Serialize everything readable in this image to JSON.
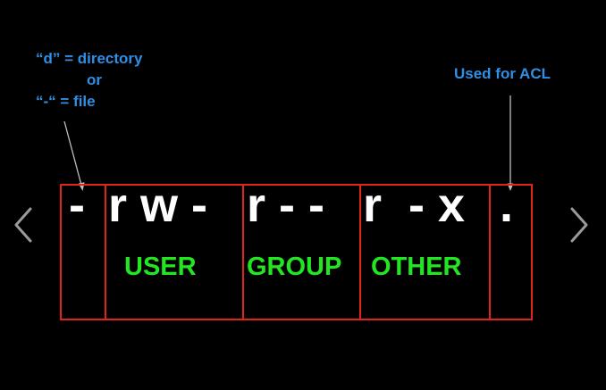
{
  "annotations": {
    "type_line1": "“d” = directory",
    "type_line2": "or",
    "type_line3": "“-“ = file",
    "acl": "Used for ACL"
  },
  "permissions": {
    "type_char": "-",
    "user": "r w -",
    "group": "r - -",
    "other": "r  - x",
    "acl_char": "."
  },
  "labels": {
    "user": "USER",
    "group": "GROUP",
    "other": "OTHER"
  },
  "icons": {
    "prev": "chevron-left-icon",
    "next": "chevron-right-icon"
  },
  "colors": {
    "background": "#000000",
    "annotation": "#2f8fe6",
    "box_border": "#e0241a",
    "permission_text": "#ffffff",
    "group_label": "#22e622",
    "nav_arrow": "#9a9a9a"
  }
}
